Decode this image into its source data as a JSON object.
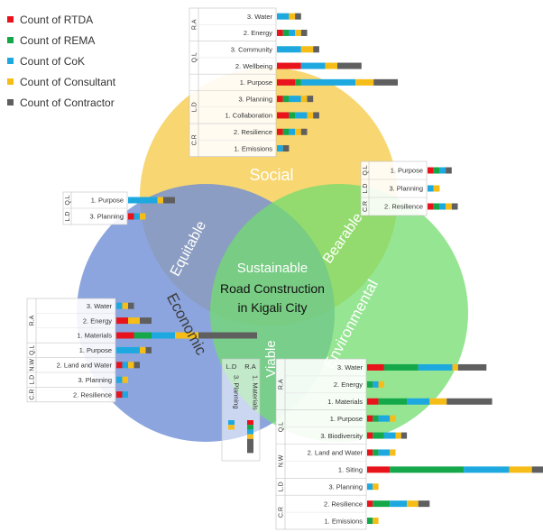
{
  "legend": [
    {
      "label": "Count of RTDA",
      "color": "#e8131b"
    },
    {
      "label": "Count of REMA",
      "color": "#14a84a"
    },
    {
      "label": "Count of CoK",
      "color": "#1da9e0"
    },
    {
      "label": "Count of Consultant",
      "color": "#f6bd18"
    },
    {
      "label": "Count of Contractor",
      "color": "#5f5f5f"
    }
  ],
  "circles": {
    "social": {
      "label": "Social",
      "color": "#f6cb4a"
    },
    "economic": {
      "label": "Economic",
      "color": "#6f8fd6"
    },
    "environmental": {
      "label": "Environmental",
      "color": "#72dc6e"
    }
  },
  "overlaps": {
    "equitable": "Equitable",
    "bearable": "Bearable",
    "viable": "Viable"
  },
  "center": {
    "line1": "Sustainable",
    "line2": "Road Construction",
    "line3": "in Kigali City"
  },
  "chart_data": {
    "type": "bar",
    "series_order": [
      "RTDA",
      "REMA",
      "CoK",
      "Consultant",
      "Contractor"
    ],
    "panels": [
      {
        "id": "social",
        "groups": [
          {
            "code": "R.A",
            "rows": [
              {
                "label": "3. Water",
                "values": [
                  0,
                  0,
                  2,
                  1,
                  1
                ]
              },
              {
                "label": "2. Energy",
                "values": [
                  1,
                  1,
                  1,
                  1,
                  1
                ]
              }
            ]
          },
          {
            "code": "Q.L",
            "rows": [
              {
                "label": "3. Community",
                "values": [
                  0,
                  0,
                  4,
                  2,
                  1
                ]
              },
              {
                "label": "2. Wellbeing",
                "values": [
                  4,
                  0,
                  4,
                  2,
                  4
                ]
              }
            ]
          },
          {
            "code": "",
            "rows": [
              {
                "label": "1. Purpose",
                "values": [
                  3,
                  1,
                  9,
                  3,
                  4
                ]
              }
            ]
          },
          {
            "code": "L.D",
            "rows": [
              {
                "label": "3. Planning",
                "values": [
                  1,
                  1,
                  2,
                  1,
                  1
                ]
              },
              {
                "label": "1. Collaboration",
                "values": [
                  2,
                  1,
                  2,
                  1,
                  1
                ]
              }
            ]
          },
          {
            "code": "C.R",
            "rows": [
              {
                "label": "2. Resilience",
                "values": [
                  1,
                  1,
                  1,
                  1,
                  1
                ]
              },
              {
                "label": "1. Emissions",
                "values": [
                  0,
                  0,
                  1,
                  0,
                  1
                ]
              }
            ]
          }
        ]
      },
      {
        "id": "bearable",
        "groups": [
          {
            "code": "Q.L",
            "rows": [
              {
                "label": "1. Purpose",
                "values": [
                  1,
                  1,
                  1,
                  0,
                  1
                ]
              }
            ]
          },
          {
            "code": "L.D",
            "rows": [
              {
                "label": "3. Planning",
                "values": [
                  0,
                  0,
                  1,
                  1,
                  0
                ]
              }
            ]
          },
          {
            "code": "C.R",
            "rows": [
              {
                "label": "2. Resilience",
                "values": [
                  1,
                  1,
                  1,
                  1,
                  1
                ]
              }
            ]
          }
        ]
      },
      {
        "id": "equitable",
        "groups": [
          {
            "code": "Q.L",
            "rows": [
              {
                "label": "1. Purpose",
                "values": [
                  0,
                  0,
                  5,
                  1,
                  2
                ]
              }
            ]
          },
          {
            "code": "L.D",
            "rows": [
              {
                "label": "3. Planning",
                "values": [
                  1,
                  0,
                  1,
                  1,
                  0
                ]
              }
            ]
          }
        ]
      },
      {
        "id": "economic",
        "groups": [
          {
            "code": "R.A",
            "rows": [
              {
                "label": "3. Water",
                "values": [
                  0,
                  0,
                  1,
                  1,
                  1
                ]
              },
              {
                "label": "2. Energy",
                "values": [
                  2,
                  0,
                  0,
                  2,
                  2
                ]
              },
              {
                "label": "1. Materials",
                "values": [
                  3,
                  3,
                  4,
                  4,
                  10
                ]
              }
            ]
          },
          {
            "code": "Q.L",
            "rows": [
              {
                "label": "1. Purpose",
                "values": [
                  0,
                  0,
                  4,
                  1,
                  1
                ]
              }
            ]
          },
          {
            "code": "N.W",
            "rows": [
              {
                "label": "2. Land and Water",
                "values": [
                  1,
                  0,
                  1,
                  1,
                  1
                ]
              }
            ]
          },
          {
            "code": "L.D",
            "rows": [
              {
                "label": "3. Planning",
                "values": [
                  0,
                  0,
                  1,
                  1,
                  0
                ]
              }
            ]
          },
          {
            "code": "C.R",
            "rows": [
              {
                "label": "2. Resilience",
                "values": [
                  1,
                  0,
                  1,
                  0,
                  0
                ]
              }
            ]
          }
        ]
      },
      {
        "id": "viable",
        "groups": [
          {
            "code": "L.D",
            "rows": [
              {
                "label": "3. Planning",
                "values": [
                  0,
                  0,
                  1,
                  1,
                  0
                ]
              }
            ]
          },
          {
            "code": "R.A",
            "rows": [
              {
                "label": "1. Materials",
                "values": [
                  1,
                  1,
                  1,
                  1,
                  3
                ]
              }
            ]
          }
        ]
      },
      {
        "id": "environmental",
        "groups": [
          {
            "code": "R.A",
            "rows": [
              {
                "label": "3. Water",
                "values": [
                  3,
                  6,
                  6,
                  1,
                  5
                ]
              },
              {
                "label": "2. Energy",
                "values": [
                  0,
                  1,
                  1,
                  1,
                  0
                ]
              },
              {
                "label": "1. Materials",
                "values": [
                  2,
                  5,
                  4,
                  3,
                  8
                ]
              }
            ]
          },
          {
            "code": "Q.L",
            "rows": [
              {
                "label": "1. Purpose",
                "values": [
                  1,
                  1,
                  2,
                  1,
                  0
                ]
              },
              {
                "label": "3. Biodiversity",
                "values": [
                  1,
                  2,
                  2,
                  1,
                  1
                ]
              }
            ]
          },
          {
            "code": "N.W",
            "rows": [
              {
                "label": "2. Land and Water",
                "values": [
                  1,
                  1,
                  2,
                  1,
                  0
                ]
              },
              {
                "label": "1. Siting",
                "values": [
                  4,
                  13,
                  8,
                  4,
                  3
                ]
              }
            ]
          },
          {
            "code": "L.D",
            "rows": [
              {
                "label": "3. Planning",
                "values": [
                  0,
                  0,
                  1,
                  1,
                  0
                ]
              }
            ]
          },
          {
            "code": "C.R",
            "rows": [
              {
                "label": "2. Resilience",
                "values": [
                  1,
                  3,
                  3,
                  2,
                  2
                ]
              },
              {
                "label": "1. Emissions",
                "values": [
                  0,
                  1,
                  0,
                  1,
                  0
                ]
              }
            ]
          }
        ]
      }
    ]
  }
}
